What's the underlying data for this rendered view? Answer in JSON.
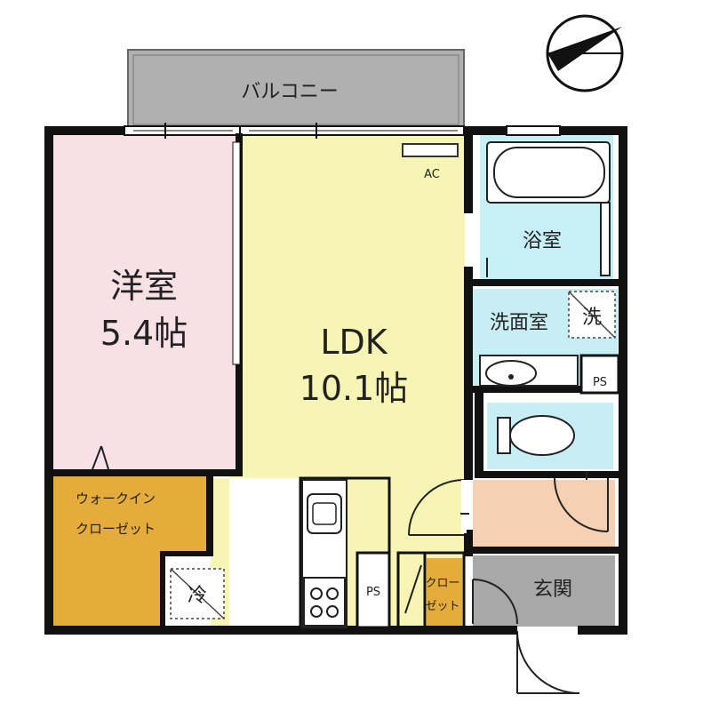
{
  "rooms": {
    "balcony": "バルコニー",
    "western_room": {
      "name": "洋室",
      "size": "5.4帖"
    },
    "ldk": {
      "name": "LDK",
      "size": "10.1帖"
    },
    "walk_in_closet": {
      "line1": "ウォークイン",
      "line2": "クローゼット"
    },
    "bathroom": "浴室",
    "washroom": "洗面室",
    "entrance": "玄関",
    "closet": {
      "line1": "クロー",
      "line2": "ゼット"
    }
  },
  "markers": {
    "ac": "AC",
    "ps_washroom": "PS",
    "ps_kitchen": "PS",
    "fridge": "冷",
    "washer": "洗"
  },
  "colors": {
    "western_room": "#f7e1e6",
    "ldk": "#f7f5b3",
    "walk_in_closet": "#e5ac3c",
    "bath": "#c6f0f5",
    "washroom": "#c8eef5",
    "toilet": "#c8eef5",
    "hall": "#f6d0b2",
    "entrance": "#a8a8a8",
    "balcony": "#b0b0b0",
    "wall": "#111111"
  }
}
